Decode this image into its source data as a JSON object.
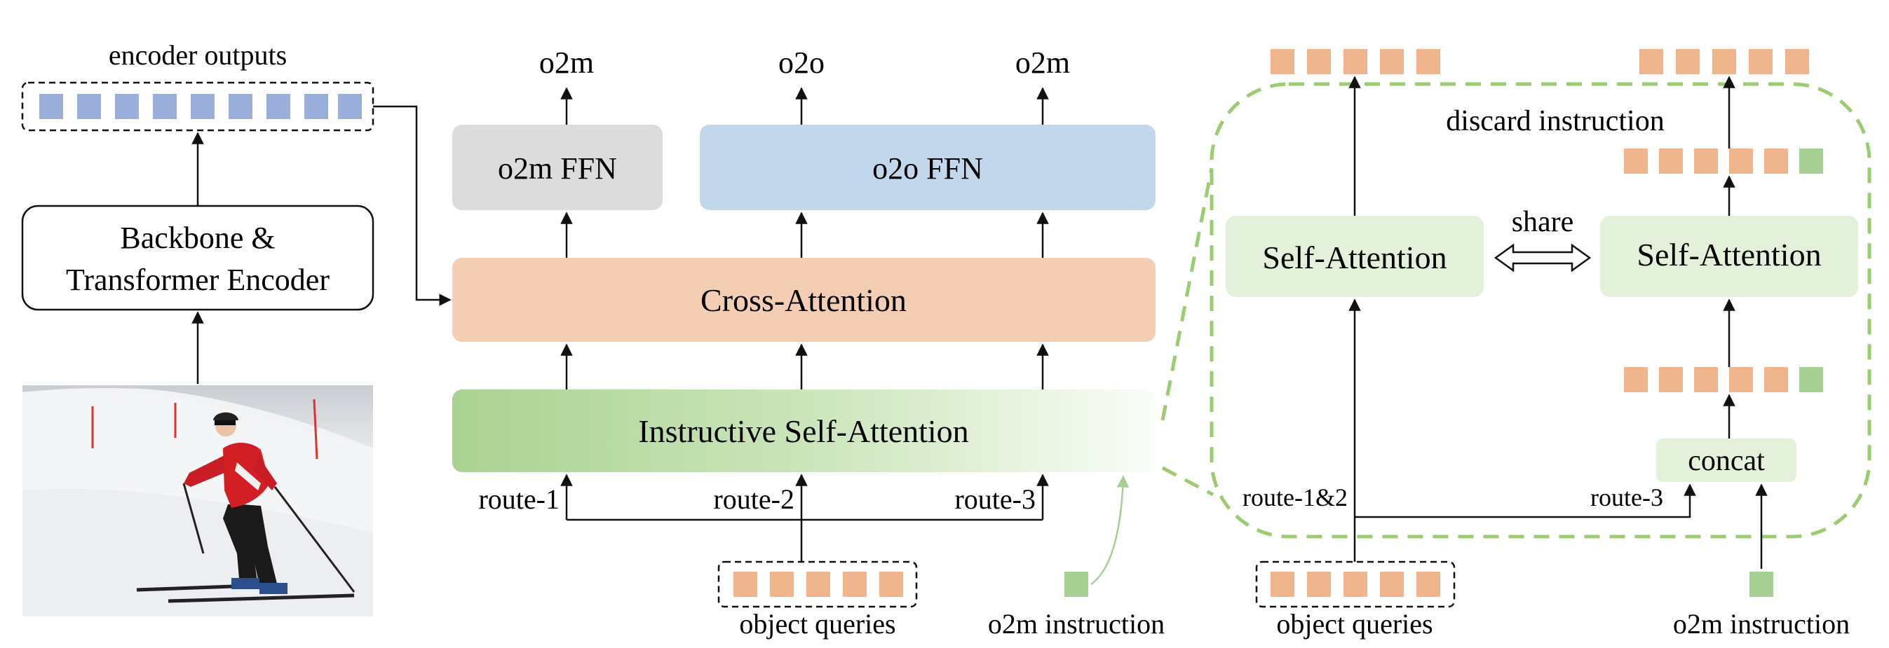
{
  "labels": {
    "encoder_outputs": "encoder outputs",
    "backbone_line1": "Backbone &",
    "backbone_line2": "Transformer Encoder",
    "o2m_left": "o2m",
    "o2o": "o2o",
    "o2m_right": "o2m",
    "o2m_ffn": "o2m FFN",
    "o2o_ffn": "o2o FFN",
    "cross_attention": "Cross-Attention",
    "instructive_self_attention": "Instructive Self-Attention",
    "route1": "route-1",
    "route2": "route-2",
    "route3": "route-3",
    "object_queries_mid": "object queries",
    "o2m_instruction_mid": "o2m instruction",
    "discard_instruction": "discard instruction",
    "share": "share",
    "self_attention_left": "Self-Attention",
    "self_attention_right": "Self-Attention",
    "concat": "concat",
    "route12": "route-1&2",
    "route3_right": "route-3",
    "object_queries_right": "object queries",
    "o2m_instruction_right": "o2m instruction"
  },
  "colors": {
    "encoder_token": "#9badd9",
    "query_token": "#efb58d",
    "instruction_token": "#a5cf93",
    "o2m_ffn": "#dcdcdc",
    "o2o_ffn": "#c3d7ec",
    "cross_attention": "#f3ceb2",
    "isa_gradient_start": "#a9d291",
    "self_attention_box": "#e3f1da",
    "dashed_green": "#9ccc72"
  }
}
